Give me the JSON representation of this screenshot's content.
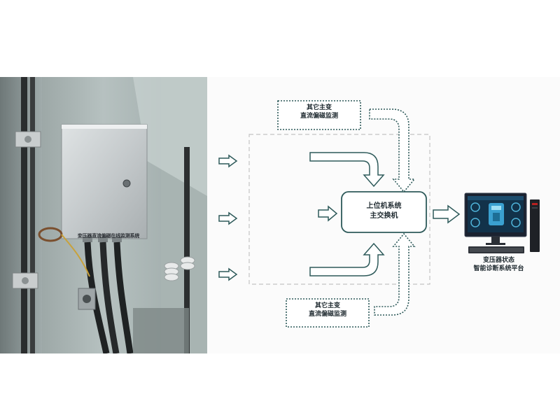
{
  "photo": {
    "cabinet_label": "变压器直流偏磁在线监测系统"
  },
  "diagram": {
    "other_monitor_top": {
      "line1": "其它主变",
      "line2": "直流偏磁监测"
    },
    "other_monitor_bottom": {
      "line1": "其它主变",
      "line2": "直流偏磁监测"
    },
    "host_system": {
      "line1": "上位机系统",
      "line2": "主交换机"
    },
    "platform": {
      "line1": "变压器状态",
      "line2": "智能诊断系统平台"
    }
  },
  "colors": {
    "dotted_border": "#2e5a5a",
    "dashed_group": "#c4c4c4",
    "arrow_stroke": "#2e5a5a",
    "arrow_fill": "#ffffff"
  }
}
